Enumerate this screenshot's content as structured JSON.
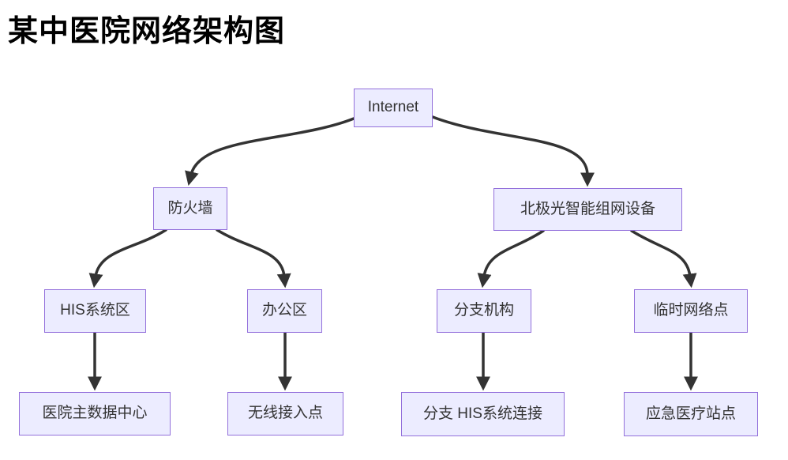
{
  "title": "某中医院网络架构图",
  "diagram": {
    "type": "flowchart-top-down",
    "colors": {
      "node_fill": "#ECECFF",
      "node_border": "#9370DB",
      "edge": "#333333",
      "node_text": "#333333",
      "title_text": "#000000",
      "background": "#ffffff"
    },
    "nodes": [
      {
        "id": "internet",
        "label": "Internet"
      },
      {
        "id": "firewall",
        "label": "防火墙"
      },
      {
        "id": "aurora",
        "label": "北极光智能组网设备"
      },
      {
        "id": "his-zone",
        "label": "HIS系统区"
      },
      {
        "id": "office",
        "label": "办公区"
      },
      {
        "id": "branch-org",
        "label": "分支机构"
      },
      {
        "id": "temp-net",
        "label": "临时网络点"
      },
      {
        "id": "datacenter",
        "label": "医院主数据中心"
      },
      {
        "id": "wireless-ap",
        "label": "无线接入点"
      },
      {
        "id": "branch-his",
        "label": "分支 HIS系统连接"
      },
      {
        "id": "emergency",
        "label": "应急医疗站点"
      }
    ],
    "edges": [
      {
        "from": "internet",
        "to": "firewall"
      },
      {
        "from": "internet",
        "to": "aurora"
      },
      {
        "from": "firewall",
        "to": "his-zone"
      },
      {
        "from": "firewall",
        "to": "office"
      },
      {
        "from": "aurora",
        "to": "branch-org"
      },
      {
        "from": "aurora",
        "to": "temp-net"
      },
      {
        "from": "his-zone",
        "to": "datacenter"
      },
      {
        "from": "office",
        "to": "wireless-ap"
      },
      {
        "from": "branch-org",
        "to": "branch-his"
      },
      {
        "from": "temp-net",
        "to": "emergency"
      }
    ]
  }
}
